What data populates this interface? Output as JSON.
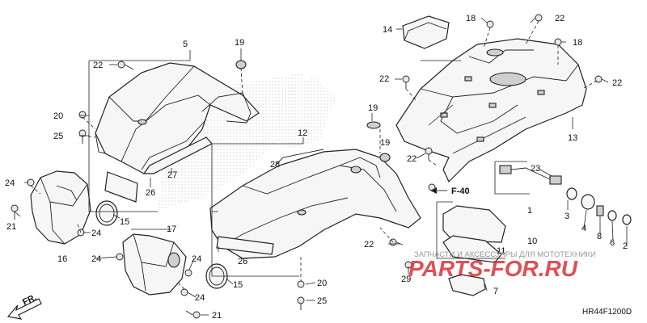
{
  "diagram": {
    "code": "HR44F1200D",
    "front_label": "FR.",
    "ref_label": "F-40",
    "watermark_text": "ЗАПЧАСТИ И АКСЕССУАРЫ ДЛЯ МОТОТЕХНИКИ",
    "watermark_logo": "PARTS-FOR.RU",
    "accent_color": "#d8232a",
    "callouts": {
      "p1": "1",
      "p2": "2",
      "p3": "3",
      "p4": "4",
      "p5": "5",
      "p6": "6",
      "p7": "7",
      "p8": "8",
      "p10": "10",
      "p11": "11",
      "p12": "12",
      "p13": "13",
      "p14": "14",
      "p15a": "15",
      "p15b": "15",
      "p16": "16",
      "p17": "17",
      "p18a": "18",
      "p18b": "18",
      "p19a": "19",
      "p19b": "19",
      "p19c": "19",
      "p20a": "20",
      "p20b": "20",
      "p21a": "21",
      "p21b": "21",
      "p22a": "22",
      "p22b": "22",
      "p22c": "22",
      "p22d": "22",
      "p22e": "22",
      "p22f": "22",
      "p23": "23",
      "p24a": "24",
      "p24b": "24",
      "p24c": "24",
      "p24d": "24",
      "p24e": "24",
      "p25a": "25",
      "p25b": "25",
      "p26a": "26",
      "p26b": "26",
      "p27": "27",
      "p28": "28",
      "p29": "29"
    }
  }
}
